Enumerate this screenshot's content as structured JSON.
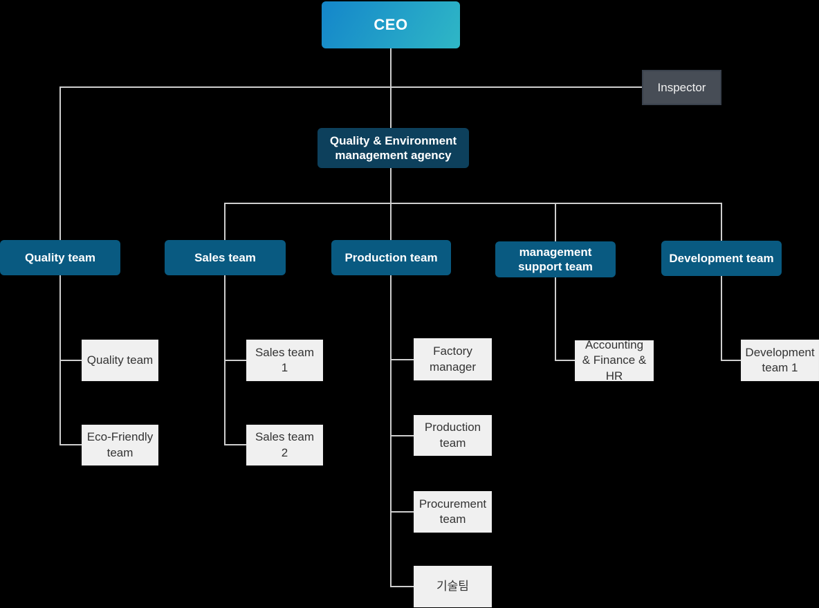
{
  "colors": {
    "bg": "#000000",
    "line": "#cfcfcf",
    "team_fill": "#095a81",
    "agency_fill": "#0d405c",
    "leaf_fill": "#f0f0f0",
    "leaf_text": "#333333",
    "inspector_fill": "#474d56",
    "ceo_gradient_start": "#1486ca",
    "ceo_gradient_end": "#2fb7c6"
  },
  "org": {
    "ceo": {
      "label": "CEO"
    },
    "inspector": {
      "label": "Inspector"
    },
    "agency": {
      "label": "Quality & Environment management agency"
    },
    "teams": [
      {
        "label": "Quality team",
        "children": [
          {
            "label": "Quality team"
          },
          {
            "label": "Eco-Friendly team"
          }
        ]
      },
      {
        "label": "Sales team",
        "children": [
          {
            "label": "Sales team 1"
          },
          {
            "label": "Sales team 2"
          }
        ]
      },
      {
        "label": "Production team",
        "children": [
          {
            "label": "Factory manager"
          },
          {
            "label": "Production team"
          },
          {
            "label": "Procurement team"
          },
          {
            "label": "기술팀"
          }
        ]
      },
      {
        "label": "management support team",
        "children": [
          {
            "label": "Accounting & Finance & HR"
          }
        ]
      },
      {
        "label": "Development team",
        "children": [
          {
            "label": "Development team 1"
          }
        ]
      }
    ]
  }
}
